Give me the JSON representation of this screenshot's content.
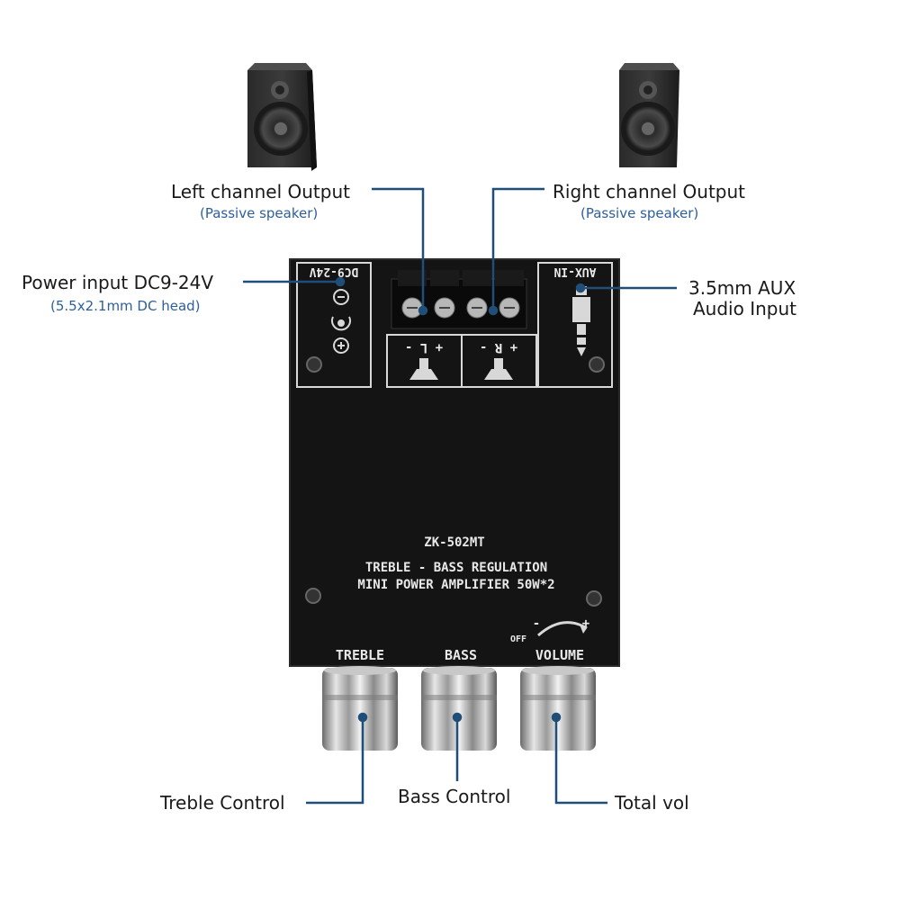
{
  "labels": {
    "left_output": "Left channel Output",
    "left_output_sub": "(Passive speaker)",
    "right_output": "Right channel Output",
    "right_output_sub": "(Passive speaker)",
    "power_input": "Power input DC9-24V",
    "power_input_sub": "(5.5x2.1mm DC head)",
    "aux_line1": "3.5mm AUX",
    "aux_line2": "Audio Input",
    "treble_control": "Treble Control",
    "bass_control": "Bass Control",
    "total_vol": "Total vol"
  },
  "board": {
    "model": "ZK-502MT",
    "line1": "TREBLE - BASS REGULATION",
    "line2": "MINI POWER AMPLIFIER 50W*2",
    "dc_label": "DC9-24V",
    "aux_label": "AUX-IN",
    "left_terminal": "+ L -",
    "right_terminal": "+ R -",
    "volume_off": "OFF",
    "volume_minus": "-",
    "volume_plus": "+",
    "knob_treble": "TREBLE",
    "knob_bass": "BASS",
    "knob_volume": "VOLUME"
  },
  "colors": {
    "callout_line": "#1f4e79",
    "sub_text": "#2d5f9a",
    "board": "#141414",
    "board_line": "#d8d8d8"
  }
}
